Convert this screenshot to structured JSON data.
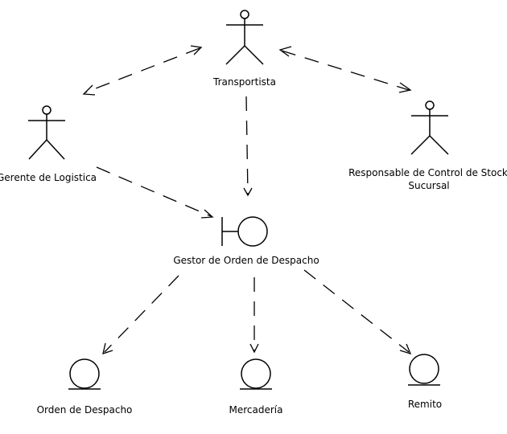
{
  "actors": {
    "transportista": "Transportista",
    "gerente": "Gerente de Logistica",
    "responsable_line1": "Responsable de Control de Stock",
    "responsable_line2": "Sucursal"
  },
  "boundary": {
    "gestor": "Gestor de Orden de Despacho"
  },
  "entities": {
    "orden": "Orden de Despacho",
    "mercaderia": "Mercadería",
    "remito": "Remito"
  }
}
